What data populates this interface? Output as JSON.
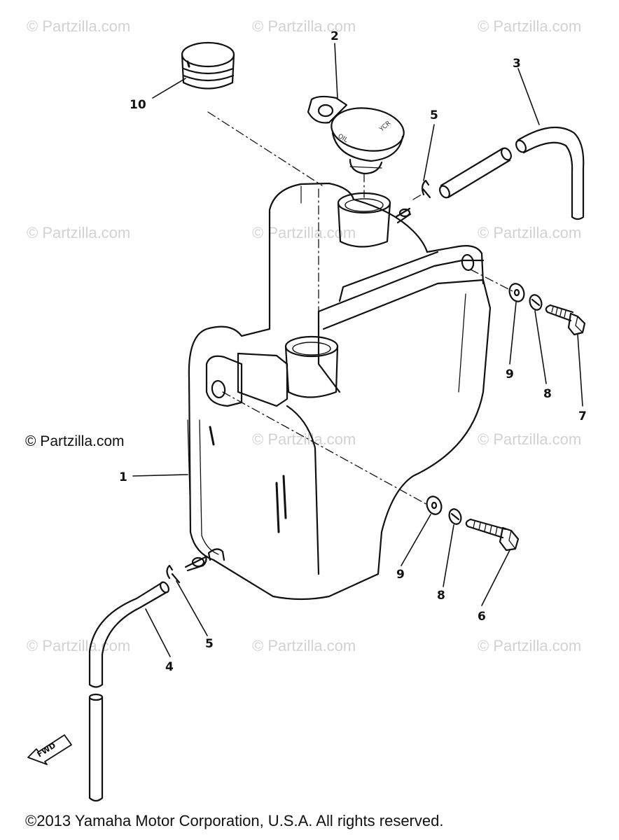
{
  "watermark": "© Partzilla.com",
  "brand_label": "© Partzilla.com",
  "copyright": "©2013  Yamaha Motor Corporation, U.S.A. All rights reserved.",
  "direction_marker": "FWD",
  "cap_markings": [
    "OIL",
    "YCR"
  ],
  "callouts": [
    "1",
    "2",
    "3",
    "4",
    "5",
    "5",
    "6",
    "7",
    "8",
    "8",
    "9",
    "9",
    "10"
  ],
  "parts": [
    "oil tank",
    "tank cap",
    "breather hose",
    "delivery hose",
    "hose clip",
    "bolt",
    "bolt",
    "spring washer",
    "plain washer",
    "grommet"
  ],
  "colors": {
    "line": "#111111",
    "watermark": "#d2d2d2",
    "background": "#ffffff"
  }
}
